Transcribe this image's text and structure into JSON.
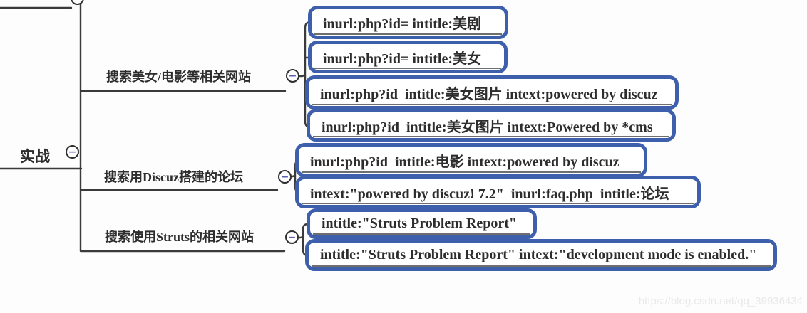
{
  "root": {
    "label": "实战"
  },
  "branches": [
    {
      "label": "搜索美女/电影等相关网站",
      "children": [
        "inurl:php?id= intitle:美剧",
        "inurl:php?id= intitle:美女",
        "inurl:php?id  intitle:美女图片 intext:powered by discuz",
        "inurl:php?id  intitle:美女图片 intext:Powered by *cms"
      ]
    },
    {
      "label": "搜索用Discuz搭建的论坛",
      "children": [
        "inurl:php?id  intitle:电影 intext:powered by discuz",
        "intext:\"powered by discuz! 7.2\"  inurl:faq.php  intitle:论坛"
      ]
    },
    {
      "label": "搜索使用Struts的相关网站",
      "children": [
        "intitle:\"Struts Problem Report\"",
        "intitle:\"Struts Problem Report\" intext:\"development mode is enabled.\""
      ]
    }
  ],
  "icons": {
    "collapse_glyph": "−"
  },
  "watermark": "https://blog.csdn.net/qq_39936434",
  "colors": {
    "annotation_blue": "#3e60ac",
    "connector_dark": "#3b3b3b",
    "text_dark": "#2d2d2d",
    "collapse_minus": "#5d5dad",
    "watermark_gray": "#e9e9eb",
    "background": "#fdfdfd"
  }
}
